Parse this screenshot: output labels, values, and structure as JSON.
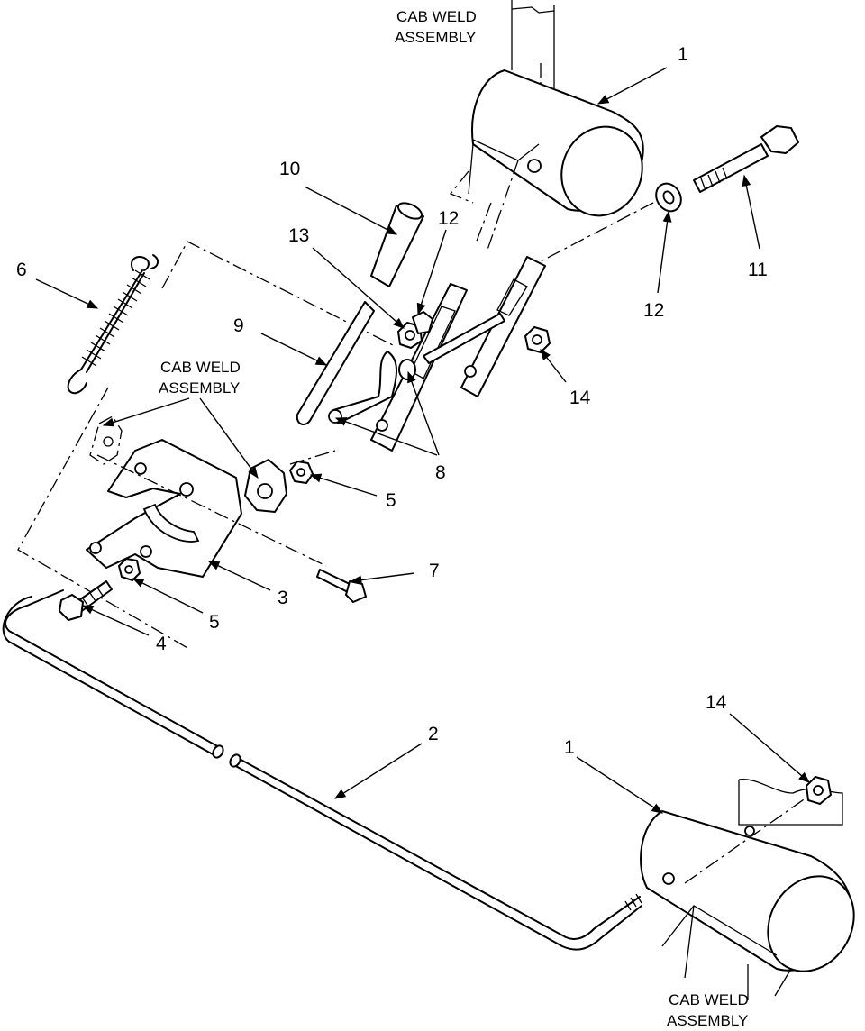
{
  "captions": {
    "top": [
      "CAB WELD",
      "ASSEMBLY"
    ],
    "middle": [
      "CAB WELD",
      "ASSEMBLY"
    ],
    "bottom": [
      "CAB WELD",
      "ASSEMBLY"
    ]
  },
  "callouts": {
    "c1_top": "1",
    "c1_bottom": "1",
    "c2": "2",
    "c3": "3",
    "c4": "4",
    "c5_upper": "5",
    "c5_lower": "5",
    "c6": "6",
    "c7": "7",
    "c8": "8",
    "c9": "9",
    "c10": "10",
    "c11": "11",
    "c12_upper": "12",
    "c12_lower": "12",
    "c13": "13",
    "c14_upper": "14",
    "c14_lower": "14"
  }
}
